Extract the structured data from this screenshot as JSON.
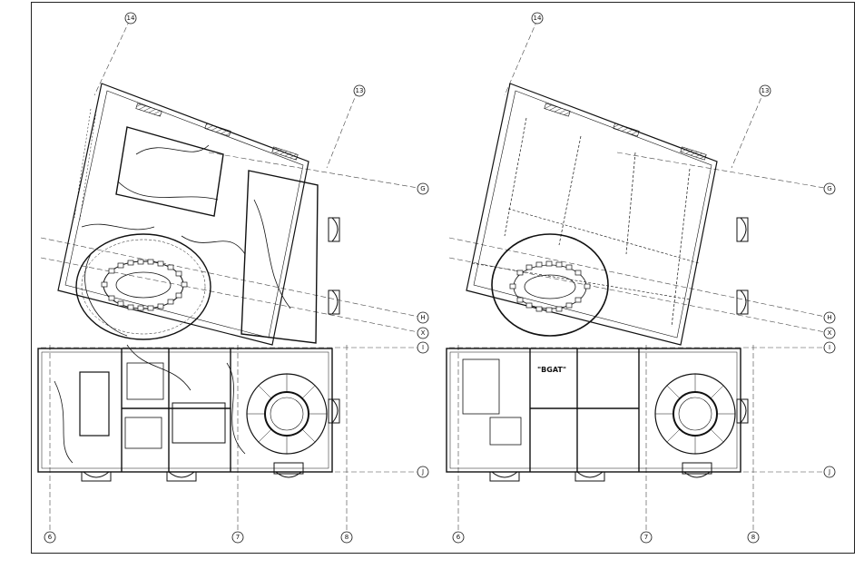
{
  "grid_labels": {
    "top_left_a": "14",
    "top_right_a": "14",
    "diag_left": "13",
    "diag_right": "13",
    "g_left": "G",
    "g_right": "G",
    "h_left": "H",
    "h_right": "H",
    "x_left": "X",
    "x_right": "X",
    "i_left": "I",
    "i_right": "I",
    "j_left": "J",
    "j_right": "J",
    "b6_left": "6",
    "b7_left": "7",
    "b8_left": "8",
    "b6_right": "6",
    "b7_right": "7",
    "b8_right": "8"
  },
  "plans": {
    "left_title": "",
    "right_bgat": "\"BGAT\""
  },
  "caption": {
    "left": "",
    "right": ""
  }
}
